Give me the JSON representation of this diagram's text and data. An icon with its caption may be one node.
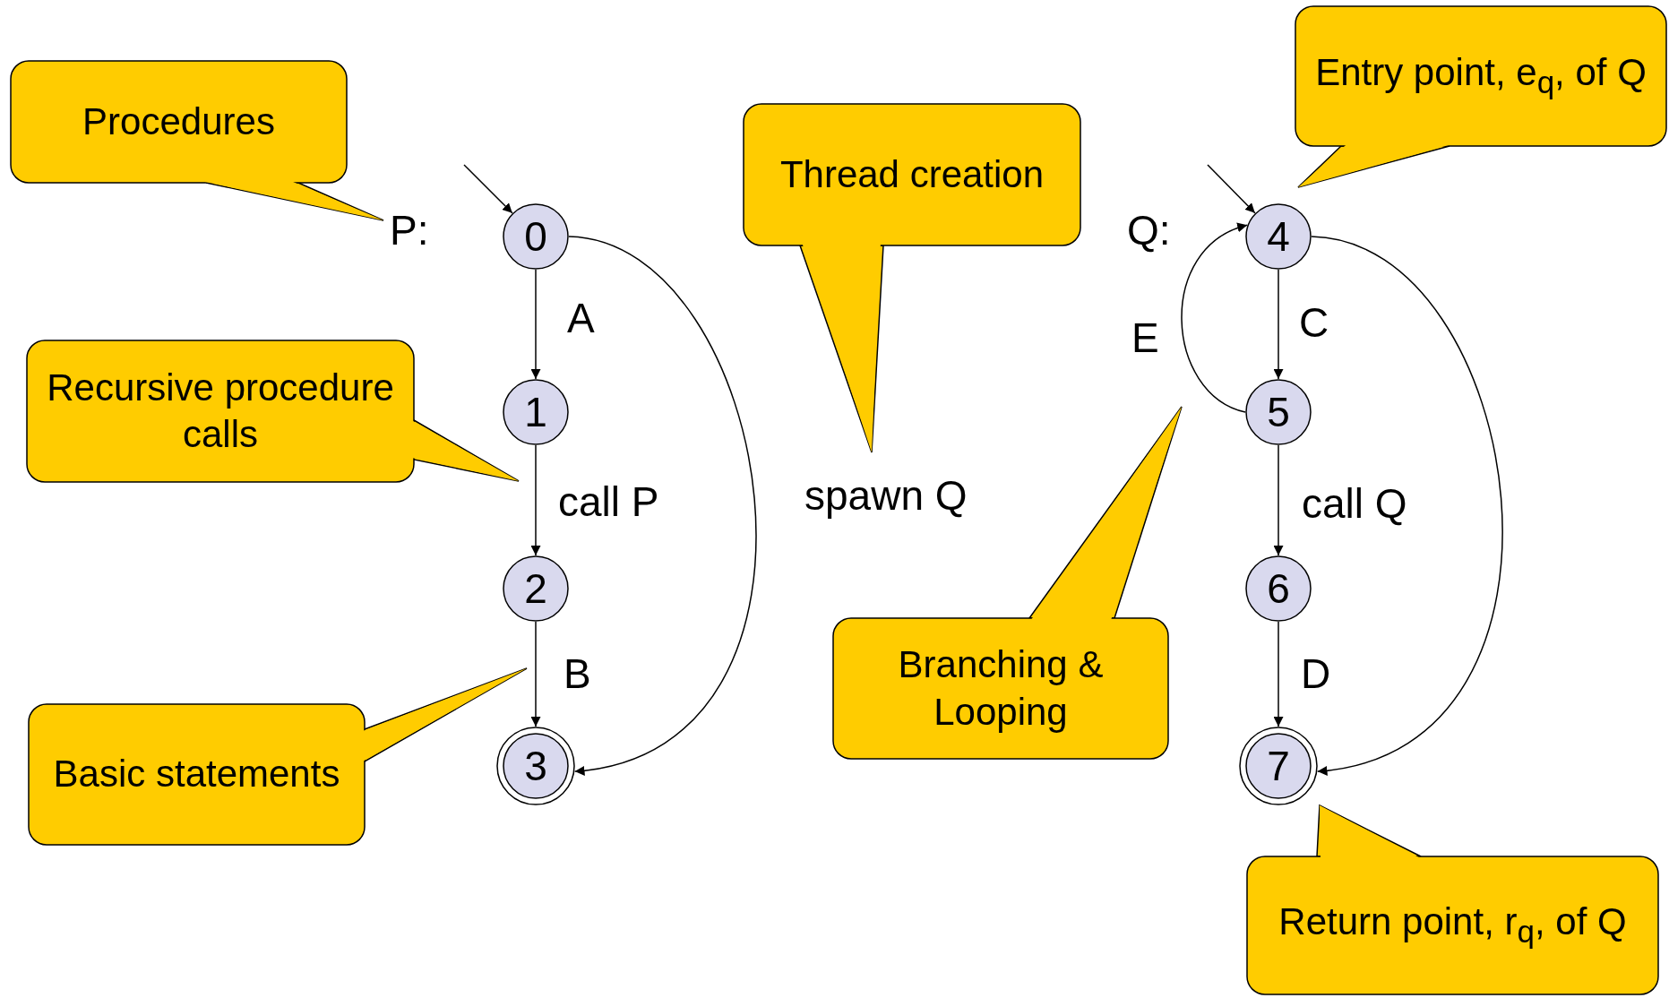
{
  "diagram": {
    "nodes": [
      {
        "text": [
          "Procedures"
        ]
      },
      {
        "text": [
          "0"
        ]
      },
      {
        "text": [
          "Recursive procedure calls"
        ]
      },
      {
        "text": [
          "1"
        ]
      },
      {
        "text": [
          "2"
        ]
      },
      {
        "text": [
          "Basic statements"
        ]
      },
      {
        "text": [
          "3"
        ]
      },
      {
        "text": [
          "Thread creation"
        ]
      },
      {
        "text": [
          "Entry point, e$_{q}$, of Q"
        ]
      },
      {
        "text": [
          "4"
        ]
      },
      {
        "text": [
          "5"
        ]
      },
      {
        "text": [
          "Branching & Looping"
        ]
      },
      {
        "text": [
          "6"
        ]
      },
      {
        "text": [
          "7"
        ]
      },
      {
        "text": [
          "Return point, r$_{q}$, of Q"
        ]
      }
    ],
    "edges": [
      {
        "from": null,
        "to": 1,
        "arrow": "to"
      },
      {
        "from": 1,
        "to": 3,
        "arrow": "to",
        "label": "A"
      },
      {
        "from": 3,
        "to": 4,
        "arrow": "to",
        "label": "call P"
      },
      {
        "from": 4,
        "to": 6,
        "arrow": "to",
        "label": "B"
      },
      {
        "from": 1,
        "to": 6,
        "arrow": "to",
        "label": "spawn Q"
      },
      {
        "from": null,
        "to": 9,
        "arrow": "to"
      },
      {
        "from": 9,
        "to": 10,
        "arrow": "to",
        "label": "C"
      },
      {
        "from": 10,
        "to": 9,
        "arrow": "to",
        "label": "E"
      },
      {
        "from": 10,
        "to": 12,
        "arrow": "to",
        "label": "call Q"
      },
      {
        "from": 12,
        "to": 13,
        "arrow": "to",
        "label": "D"
      },
      {
        "from": 9,
        "to": 13,
        "arrow": "to"
      }
    ],
    "labels": [
      "P:",
      "Q:"
    ]
  }
}
